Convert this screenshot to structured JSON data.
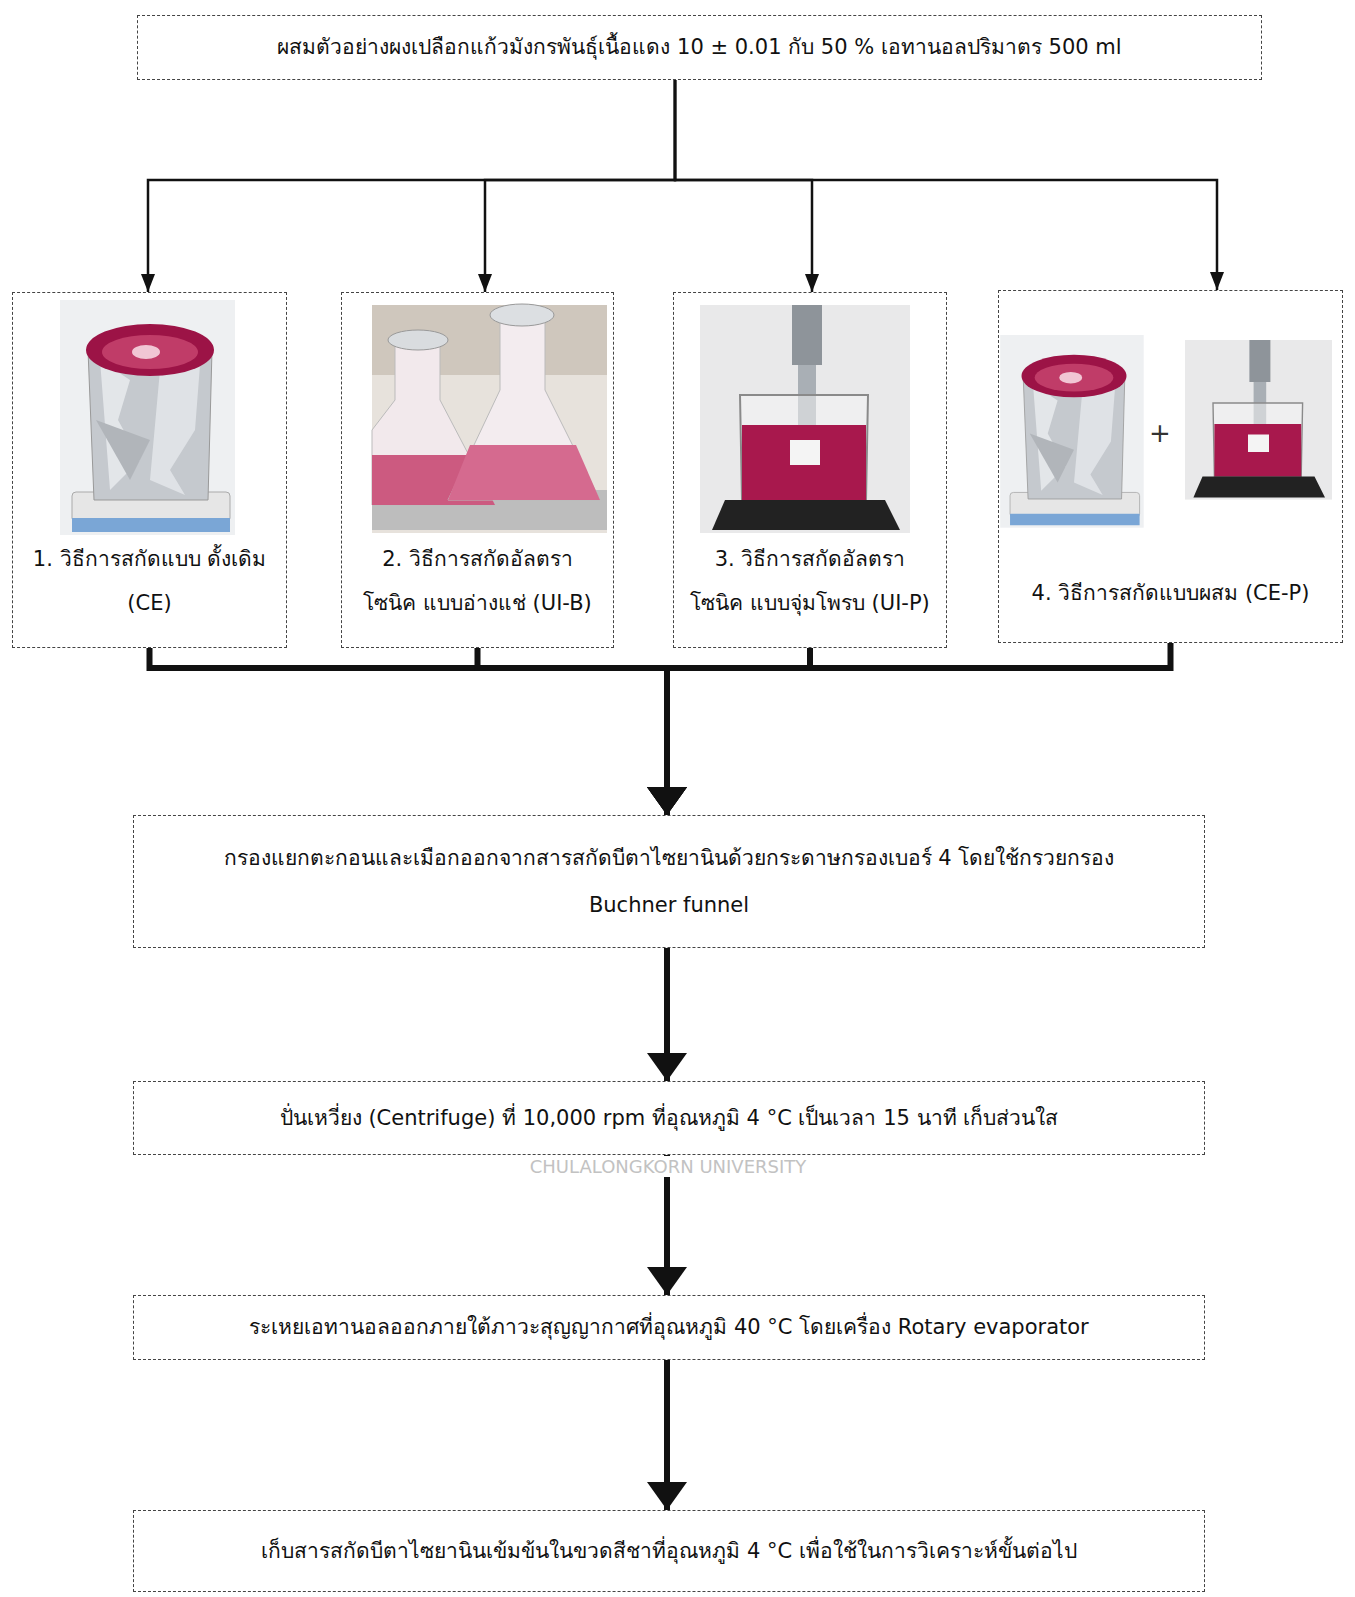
{
  "diagram": {
    "nodes": [
      {
        "text": [
          "ผสมตัวอย่างผงเปลือกแก้วมังกรพันธุ์เนื้อแดง 10 ± 0.01 กับ 50 % เอทานอลปริมาตร 500 ml"
        ]
      },
      {
        "text": [
          "1. วิธีการสกัดแบบ ดั้งเดิม (CE)"
        ]
      },
      {
        "text": [
          "2. วิธีการสกัดอัลตราโซนิค แบบอ่างแช่ (UI-B)"
        ]
      },
      {
        "text": [
          "3. วิธีการสกัดอัลตราโซนิค แบบจุ่มโพรบ (UI-P)"
        ]
      },
      {
        "text": [
          "4. วิธีการสกัดแบบผสม (CE-P)"
        ]
      },
      {
        "text": [
          "กรองแยกตะกอนและเมือกออกจากสารสกัดบีตาไซยานินด้วยกระดาษกรองเบอร์ 4 โดยใช้กรวยกรอง Buchner funnel"
        ]
      },
      {
        "text": [
          "ปั่นเหวี่ยง (Centrifuge) ที่ 10,000 rpm ที่อุณหภูมิ 4 °C เป็นเวลา 15 นาที เก็บส่วนใส"
        ]
      },
      {
        "text": [
          "ระเหยเอทานอลออกภายใต้ภาวะสุญญากาศที่อุณหภูมิ 40 °C โดยเครื่อง Rotary evaporator"
        ]
      },
      {
        "text": [
          "เก็บสารสกัดบีตาไซยานินเข้มข้นในขวดสีชาที่อุณหภูมิ 4 °C เพื่อใช้ในการวิเคราะห์ขั้นต่อไป"
        ]
      }
    ],
    "edges": [
      {
        "from": 0,
        "to": 1,
        "arrow": "to"
      },
      {
        "from": 0,
        "to": 2,
        "arrow": "to"
      },
      {
        "from": 0,
        "to": 3,
        "arrow": "to"
      },
      {
        "from": 0,
        "to": 4,
        "arrow": "to"
      },
      {
        "from": 1,
        "to": 5,
        "arrow": "to"
      },
      {
        "from": 2,
        "to": 5,
        "arrow": "to"
      },
      {
        "from": 3,
        "to": 5,
        "arrow": "to"
      },
      {
        "from": 4,
        "to": 5,
        "arrow": "to"
      },
      {
        "from": 5,
        "to": 6,
        "arrow": "to"
      },
      {
        "from": 6,
        "to": 7,
        "arrow": "to"
      },
      {
        "from": 7,
        "to": 8,
        "arrow": "to"
      }
    ],
    "labels": [
      "+",
      "CHULALONGKORN UNIVERSITY"
    ]
  }
}
